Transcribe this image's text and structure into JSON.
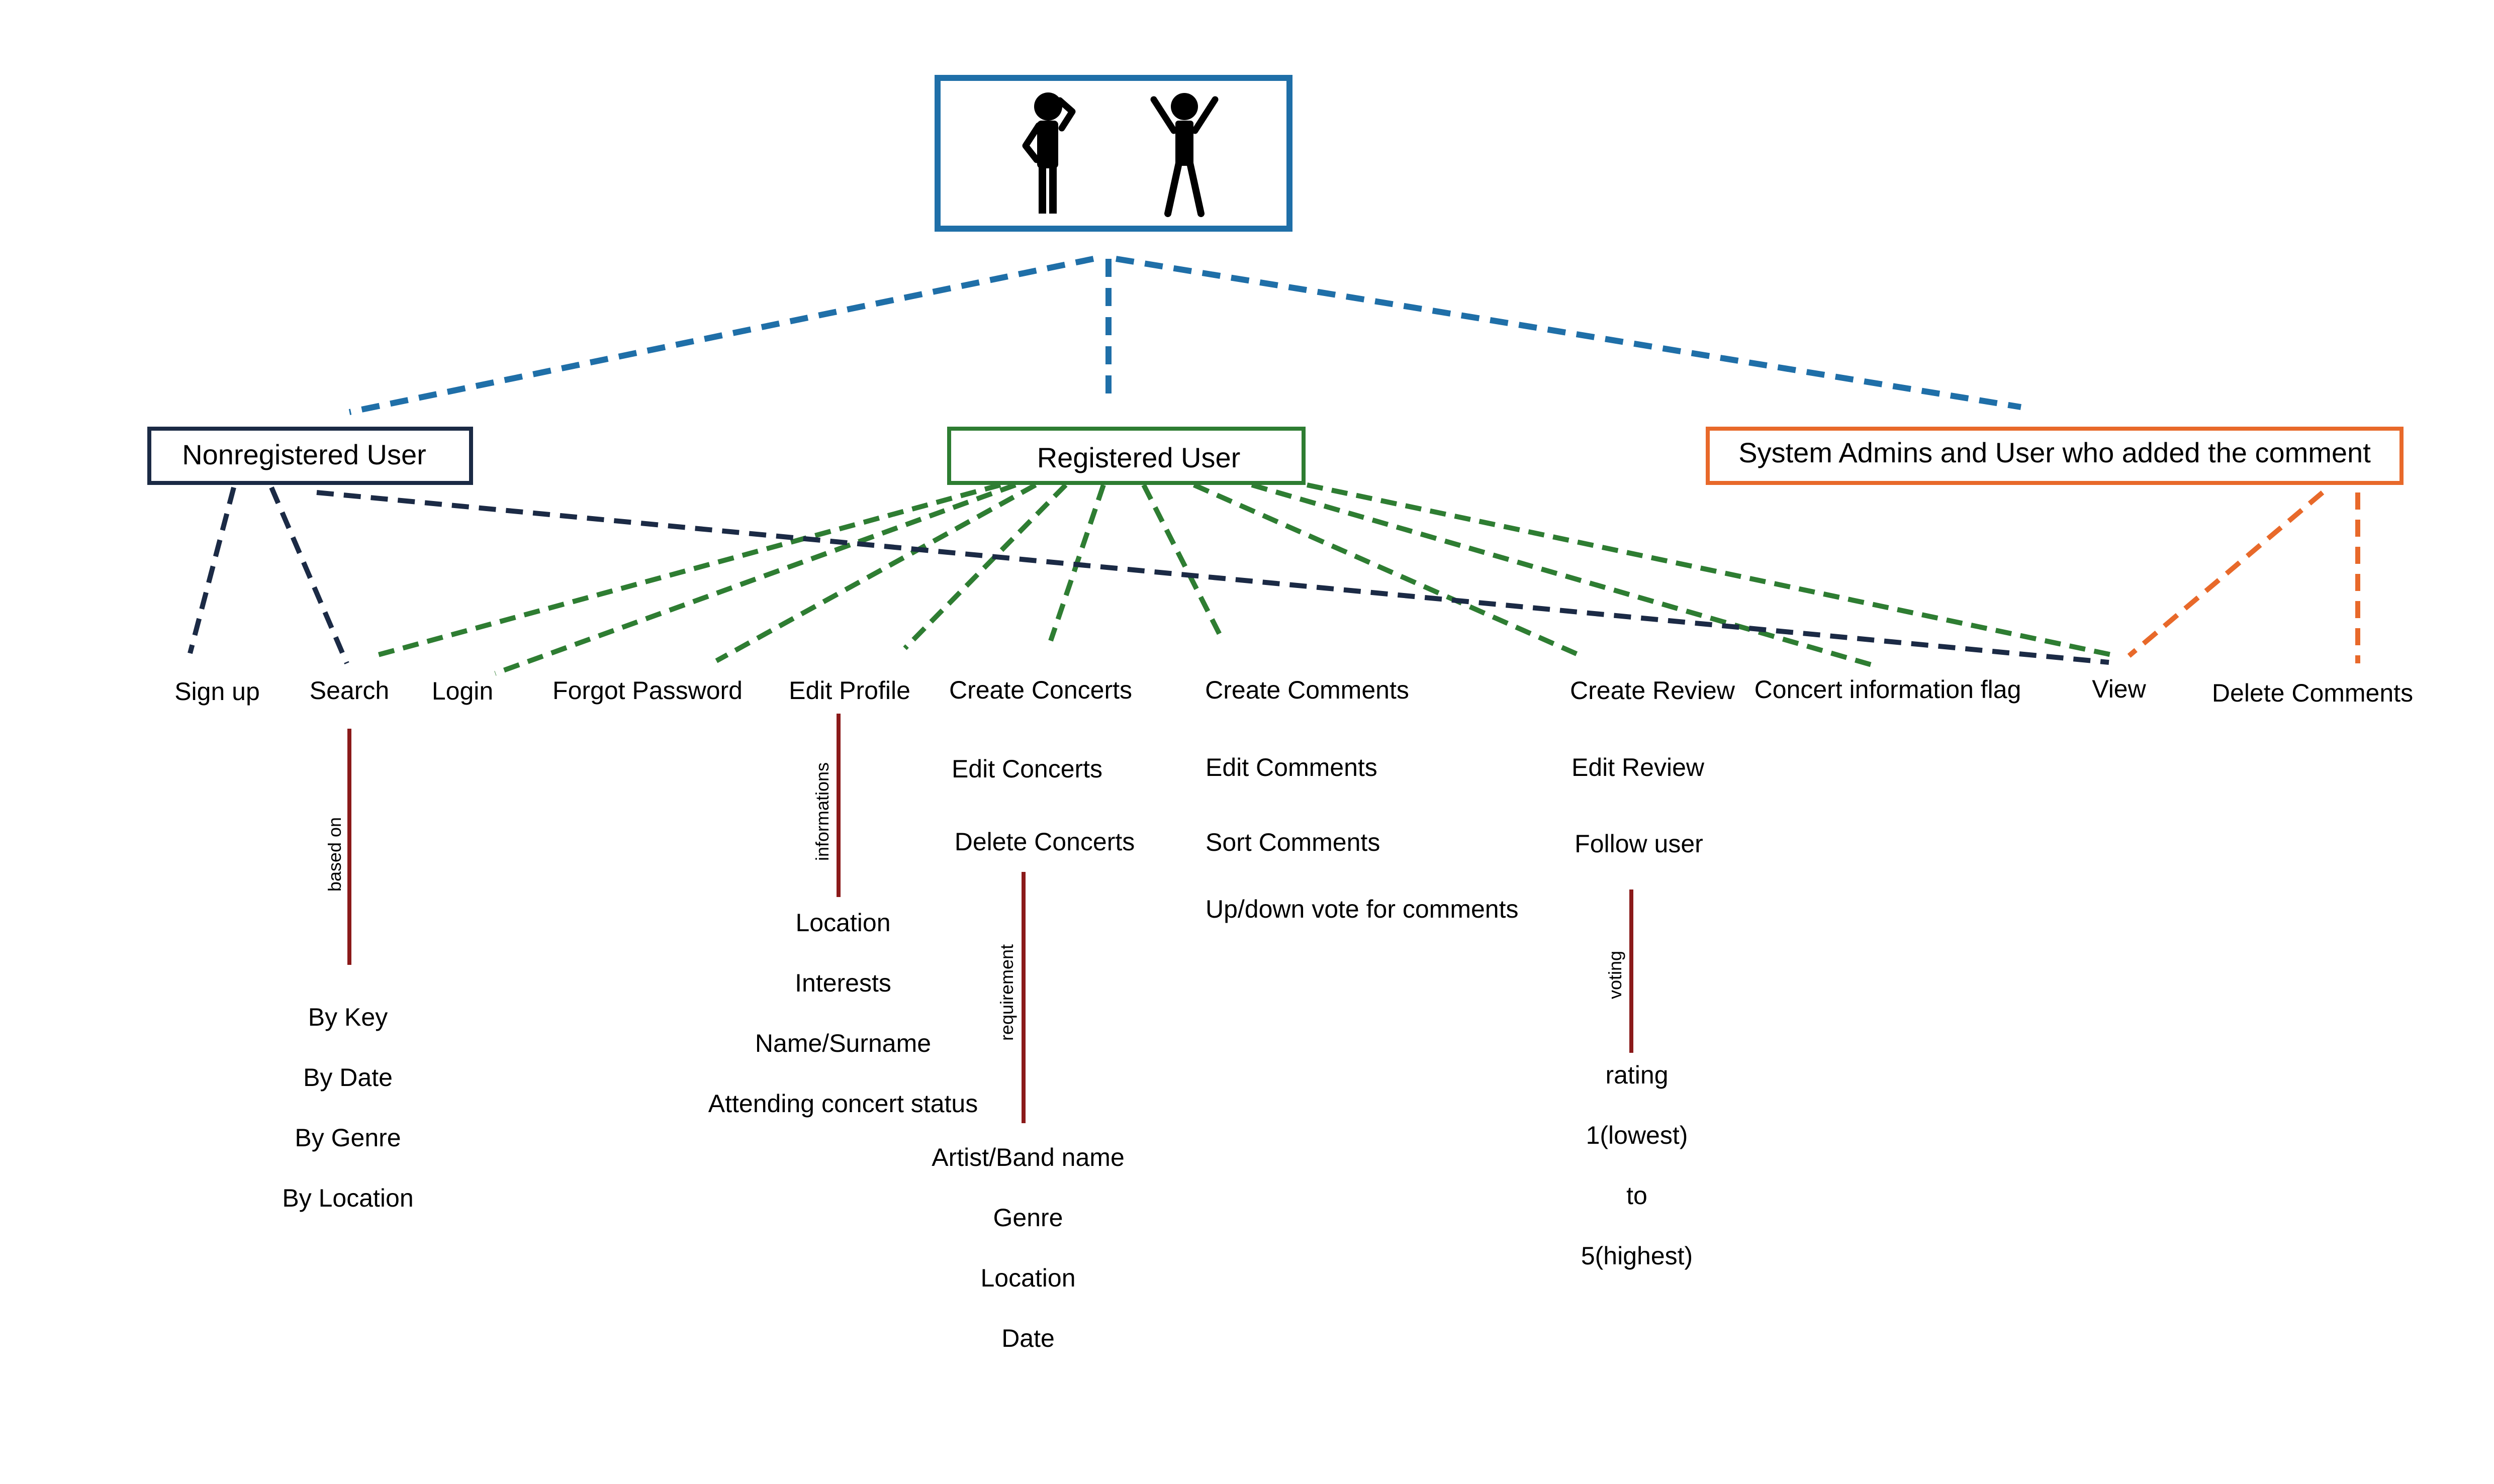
{
  "actor_box": {
    "icons": [
      "thinking-person-icon",
      "cheering-person-icon"
    ],
    "color": "#1f6fa8"
  },
  "roles": {
    "nonregistered": {
      "label": "Nonregistered User",
      "color": "#1b2a45"
    },
    "registered": {
      "label": "Registered User",
      "color": "#2e7d32"
    },
    "admins": {
      "label": "System Admins and User who added the comment",
      "color": "#e8692a"
    }
  },
  "actions": {
    "sign_up": "Sign up",
    "search": "Search",
    "login": "Login",
    "forgot_password": "Forgot Password",
    "edit_profile": "Edit Profile",
    "create_concerts": "Create Concerts",
    "edit_concerts": "Edit Concerts",
    "delete_concerts": "Delete Concerts",
    "create_comments": "Create Comments",
    "edit_comments": "Edit Comments",
    "sort_comments": "Sort Comments",
    "vote_comments": "Up/down vote for comments",
    "create_review": "Create Review",
    "edit_review": "Edit Review",
    "follow_user": "Follow user",
    "concert_flag": "Concert information flag",
    "view": "View",
    "delete_comments": "Delete Comments"
  },
  "search_detail": {
    "connector": "based on",
    "items": [
      "By Key",
      "By Date",
      "By Genre",
      "By Location"
    ]
  },
  "profile_detail": {
    "connector": "informations",
    "items": [
      "Location",
      "Interests",
      "Name/Surname",
      "Attending concert status"
    ]
  },
  "concert_detail": {
    "connector": "requirement",
    "items": [
      "Artist/Band name",
      "Genre",
      "Location",
      "Date"
    ]
  },
  "review_detail": {
    "connector": "voting",
    "items": [
      "rating",
      "1(lowest)",
      "to",
      "5(highest)"
    ]
  },
  "detail_line_color": "#8b1a1a"
}
